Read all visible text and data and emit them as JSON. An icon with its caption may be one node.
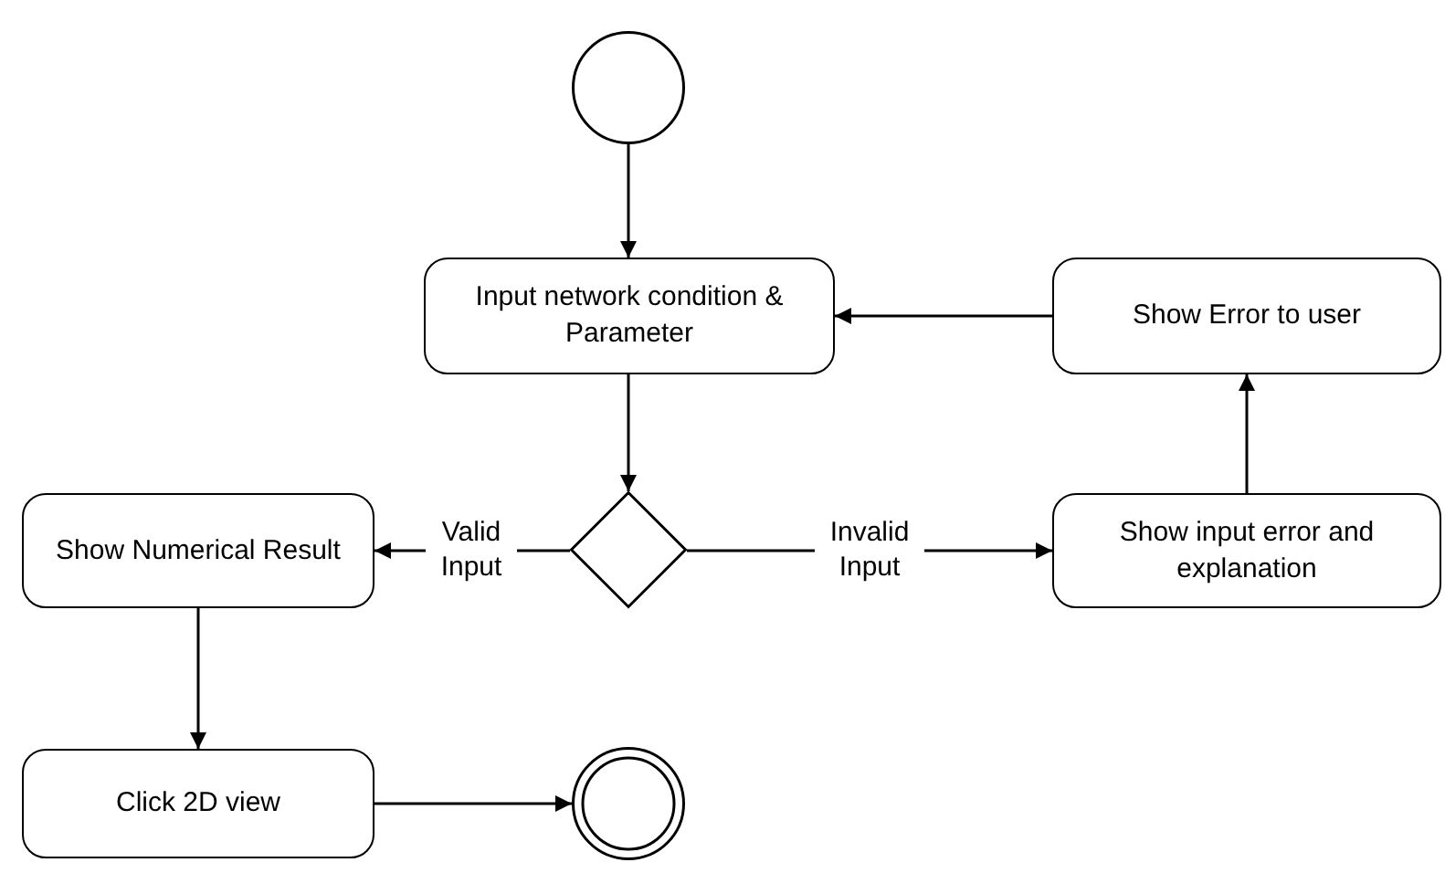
{
  "diagram": {
    "nodes": [
      {
        "text": [],
        "shape": "circle"
      },
      {
        "text": [
          "Input network condition & Parameter"
        ]
      },
      {
        "text": [
          "Show Error to user"
        ]
      },
      {
        "text": [
          "Show Numerical Result"
        ]
      },
      {
        "text": [],
        "shape": "diamond"
      },
      {
        "text": [
          "Show input error and explanation"
        ]
      },
      {
        "text": [
          "Click 2D view"
        ]
      },
      {
        "text": [],
        "shape": "circle"
      }
    ],
    "edges": [
      {
        "from": 0,
        "to": 1,
        "arrow": "to"
      },
      {
        "from": 1,
        "to": 4,
        "arrow": "to"
      },
      {
        "from": 4,
        "to": 3,
        "arrow": "to",
        "label": "Valid Input"
      },
      {
        "from": 4,
        "to": 5,
        "arrow": "to",
        "label": "Invalid Input"
      },
      {
        "from": 5,
        "to": 2,
        "arrow": "to"
      },
      {
        "from": 2,
        "to": 1,
        "arrow": "to"
      },
      {
        "from": 3,
        "to": 6,
        "arrow": "to"
      },
      {
        "from": 6,
        "to": 7,
        "arrow": "to"
      }
    ]
  }
}
